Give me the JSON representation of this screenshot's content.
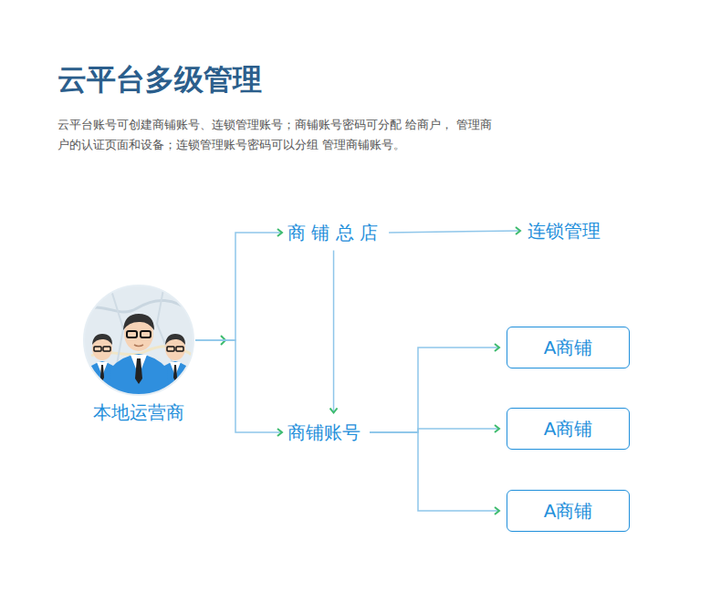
{
  "diagram": {
    "title": "云平台多级管理",
    "caption": "云平台账号可创建商铺账号、连锁管理账号；商铺账号密码可分配 给商户， 管理商户的认证页面和设备；连锁管理账号密码可以分组 管理商铺账号。",
    "nodes": [
      {
        "text": [
          "本地运营商"
        ]
      },
      {
        "text": [
          "商 铺 总 店"
        ]
      },
      {
        "text": [
          "连锁管理"
        ]
      },
      {
        "text": [
          "商铺账号"
        ]
      },
      {
        "text": [
          "A商铺"
        ]
      },
      {
        "text": [
          "A商铺"
        ]
      },
      {
        "text": [
          "A商铺"
        ]
      }
    ],
    "edges": [
      {
        "from": 0,
        "to": 1,
        "arrow": "to"
      },
      {
        "from": 0,
        "to": 3,
        "arrow": "to"
      },
      {
        "from": 1,
        "to": 2,
        "arrow": "to"
      },
      {
        "from": 1,
        "to": 3,
        "arrow": "to"
      },
      {
        "from": 3,
        "to": 4,
        "arrow": "to"
      },
      {
        "from": 3,
        "to": 5,
        "arrow": "to"
      },
      {
        "from": 3,
        "to": 6,
        "arrow": "to"
      }
    ]
  }
}
